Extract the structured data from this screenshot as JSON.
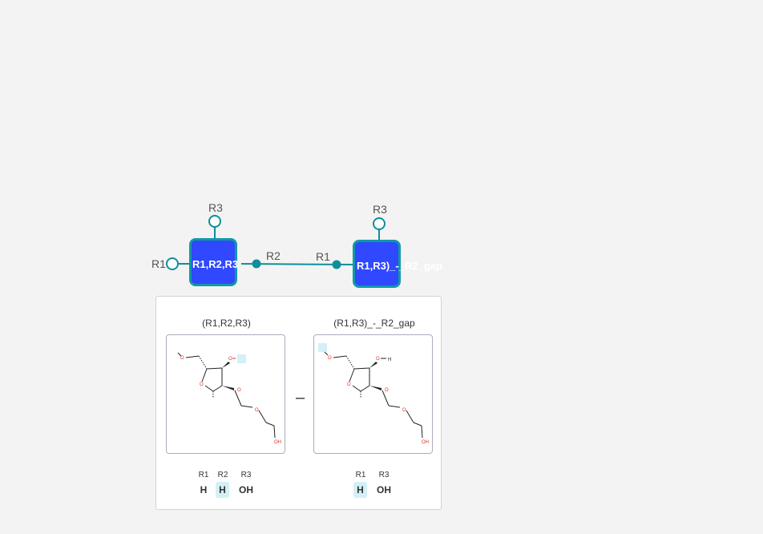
{
  "graph": {
    "monomers": [
      {
        "id": "m1",
        "label": "R1,R2,R3",
        "attachment_points": [
          "R1",
          "R2",
          "R3"
        ]
      },
      {
        "id": "m2",
        "label": "R1,R3)_-_R2_gap",
        "attachment_points": [
          "R1",
          "R3"
        ]
      }
    ],
    "bond": {
      "from_label": "R2",
      "to_label": "R1"
    },
    "labels": {
      "m1_r1": "R1",
      "m1_r3": "R3",
      "bond_r2": "R2",
      "bond_r1": "R1",
      "m2_r3": "R3"
    },
    "colors": {
      "monomer_fill": "#3048ff",
      "monomer_border": "#0e9aa6",
      "bond": "#0e8f9a",
      "highlight": "#d4f0f7",
      "oxygen": "#e0301e"
    }
  },
  "comparison": {
    "left": {
      "title": "(R1,R2,R3)",
      "atoms": {
        "o1": "O",
        "o2": "O",
        "o3": "O",
        "o4": "O",
        "o5": "O",
        "oh": "OH"
      },
      "rgroups": {
        "headers": [
          "R1",
          "R2",
          "R3"
        ],
        "values": [
          "H",
          "H",
          "OH"
        ],
        "highlighted": [
          "R2"
        ]
      }
    },
    "separator": "–",
    "right": {
      "title": "(R1,R3)_-_R2_gap",
      "atoms": {
        "o1": "O",
        "o2": "O",
        "h": "H",
        "o3": "O",
        "o4": "O",
        "o5": "O",
        "oh": "OH"
      },
      "rgroups": {
        "headers": [
          "R1",
          "R3"
        ],
        "values": [
          "H",
          "OH"
        ],
        "highlighted": [
          "R1"
        ]
      }
    }
  }
}
